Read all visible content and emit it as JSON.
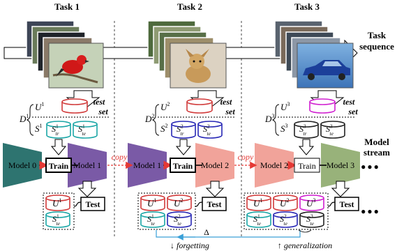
{
  "tasks": [
    {
      "label": "Task 1",
      "d_label": "D",
      "d_sup": "1",
      "u_sup": "1",
      "s_sup": "1",
      "model_in": "Model 0",
      "model_out": "Model 1"
    },
    {
      "label": "Task 2",
      "d_label": "D",
      "d_sup": "2",
      "u_sup": "2",
      "s_sup": "2",
      "model_in": "Model 1",
      "model_out": "Model 2"
    },
    {
      "label": "Task 3",
      "d_label": "D",
      "d_sup": "3",
      "u_sup": "3",
      "s_sup": "3",
      "model_in": "Model 2",
      "model_out": "Model 3"
    }
  ],
  "labels": {
    "task_sequence_1": "Task",
    "task_sequence_2": "sequence",
    "model_stream_1": "Model",
    "model_stream_2": "stream",
    "test_set_1": "test",
    "test_set_2": "set",
    "train": "Train",
    "test": "Test",
    "copy": "copy",
    "U": "U",
    "S": "S",
    "sub_tr": "tr",
    "sub_te": "te",
    "delta": "Δ",
    "forgetting": "↓ forgetting",
    "generalization": "↑ generalization",
    "ellipsis": "●●●"
  },
  "colors": {
    "model0": "#2e7470",
    "model1": "#7a5aa6",
    "model2": "#f1a39a",
    "model3": "#98b27a",
    "u1": "#d13a3a",
    "u2": "#d13a3a",
    "u3": "#d020d0",
    "s1": "#1aa6a6",
    "s2": "#2727b5",
    "s3": "#222222",
    "copy": "#e53935",
    "delta_line": "#3aa0d8"
  }
}
